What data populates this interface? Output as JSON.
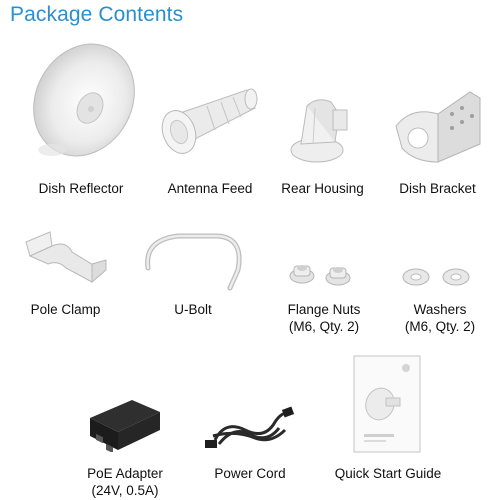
{
  "title": "Package Contents",
  "items": [
    {
      "name": "Dish Reflector"
    },
    {
      "name": "Antenna Feed"
    },
    {
      "name": "Rear Housing"
    },
    {
      "name": "Dish Bracket"
    },
    {
      "name": "Pole Clamp"
    },
    {
      "name": "U-Bolt"
    },
    {
      "name": "Flange Nuts",
      "detail": "(M6, Qty. 2)"
    },
    {
      "name": "Washers",
      "detail": "(M6, Qty. 2)"
    },
    {
      "name": "PoE Adapter",
      "detail": "(24V, 0.5A)"
    },
    {
      "name": "Power Cord"
    },
    {
      "name": "Quick Start Guide"
    }
  ]
}
